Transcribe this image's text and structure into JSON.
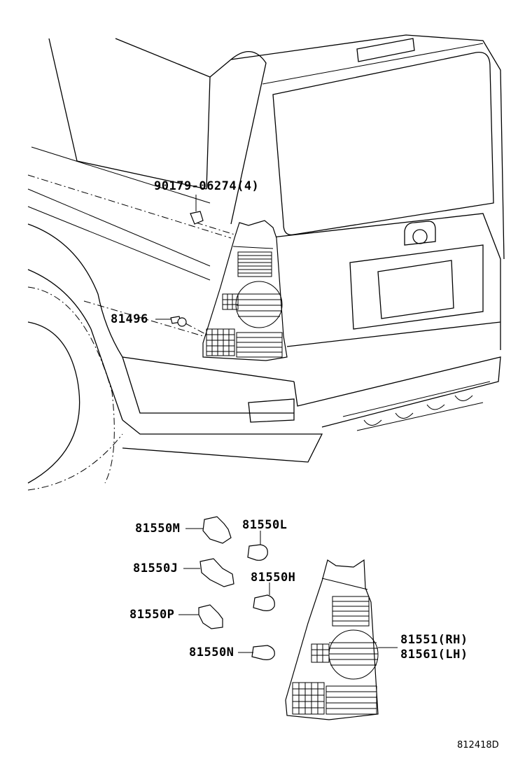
{
  "labels": {
    "clip_bolt": "90179-06274(4)",
    "screw": "81496",
    "socket_m": "81550M",
    "bulb_l": "81550L",
    "socket_j": "81550J",
    "bulb_h": "81550H",
    "socket_p": "81550P",
    "bulb_n": "81550N",
    "lamp_rh": "81551(RH)",
    "lamp_lh": "81561(LH)",
    "diagram_code": "812418D"
  }
}
